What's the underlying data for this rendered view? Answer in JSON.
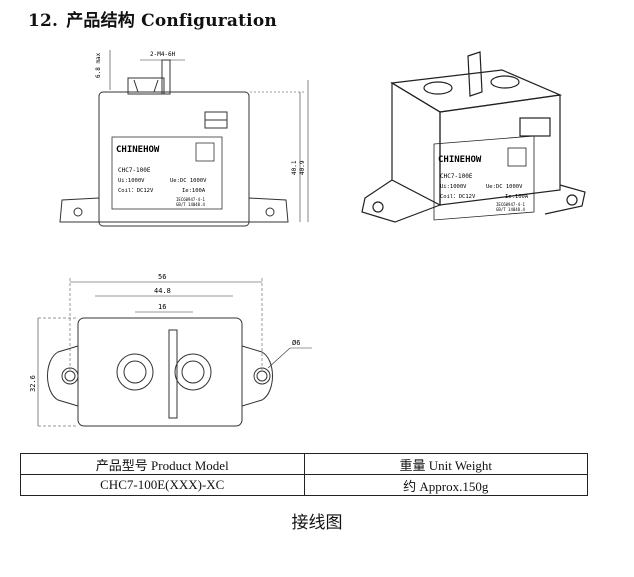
{
  "section": {
    "number": "12.",
    "title": "产品结构 Configuration"
  },
  "drawing_front": {
    "dim_top": "2-M4-6H",
    "dim_left": "6.8 max",
    "dim_h1": "40.1",
    "dim_h2": "40.9",
    "label": {
      "brand": "CHINEHOW",
      "model": "CHC7-100E",
      "ui": "Ui:1000V",
      "ue": "Ue:DC 1000V",
      "coil": "Coil：DC12V",
      "ie": "Ie:100A",
      "std1": "IEC60947-4-1",
      "std2": "GB/T 14048.4"
    }
  },
  "drawing_iso": {
    "label": {
      "brand": "CHINEHOW",
      "model": "CHC7-100E",
      "ui": "Ui:1000V",
      "ue": "Ue:DC 1000V",
      "coil": "Coil：DC12V",
      "ie": "Ie:100A",
      "std1": "IEC60947-4-1",
      "std2": "GB/T 14048.4"
    }
  },
  "drawing_top": {
    "dim_w1": "56",
    "dim_w2": "44.8",
    "dim_w3": "16",
    "dim_h": "32.6",
    "dim_hole": "Ø6"
  },
  "table": {
    "headers": [
      "产品型号 Product Model",
      "重量 Unit Weight"
    ],
    "rows": [
      [
        "CHC7-100E(XXX)-XC",
        "约 Approx.150g"
      ]
    ]
  },
  "caption": "接线图"
}
